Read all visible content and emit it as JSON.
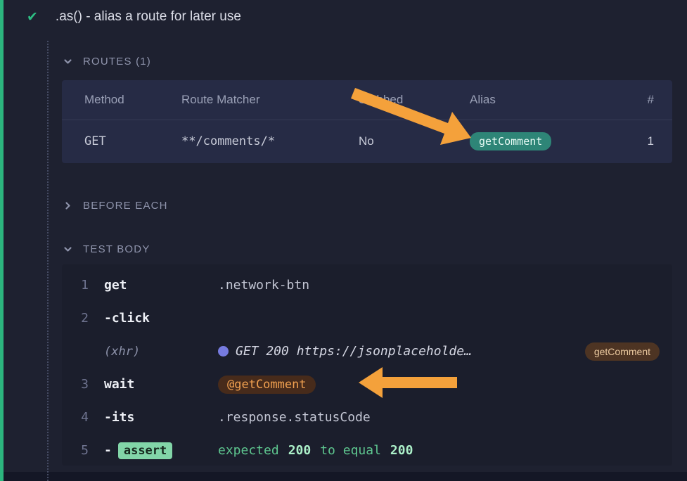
{
  "test": {
    "title": ".as() - alias a route for later use",
    "status": "passed"
  },
  "routes": {
    "header": "ROUTES (1)",
    "columns": [
      "Method",
      "Route Matcher",
      "Stubbed",
      "Alias",
      "#"
    ],
    "row": {
      "method": "GET",
      "route_matcher": "**/comments/*",
      "stubbed": "No",
      "alias": "getComment",
      "count": "1"
    }
  },
  "sections": {
    "before_each": "BEFORE EACH",
    "test_body": "TEST BODY"
  },
  "commands": {
    "get": {
      "num": "1",
      "name": "get",
      "message": ".network-btn"
    },
    "click": {
      "num": "2",
      "name": "-click"
    },
    "xhr": {
      "name": "(xhr)",
      "message": "GET 200 https://jsonplaceholde…",
      "badge": "getComment"
    },
    "wait": {
      "num": "3",
      "name": "wait",
      "badge": "@getComment"
    },
    "its": {
      "num": "4",
      "name": "-its",
      "message": ".response.statusCode"
    },
    "assert": {
      "num": "5",
      "name": "-",
      "badge": "assert",
      "expected_word": "expected",
      "actual_value": "200",
      "to_equal_word": "to equal",
      "expected_value": "200"
    }
  },
  "colors": {
    "pass_green": "#2cb57e",
    "arrow_orange": "#f4a13b",
    "alias_badge_bg": "#2e8577",
    "route_badge_bg": "#4d3423",
    "wait_badge_bg": "#472b1b",
    "assert_badge_bg": "#82d5a8"
  }
}
